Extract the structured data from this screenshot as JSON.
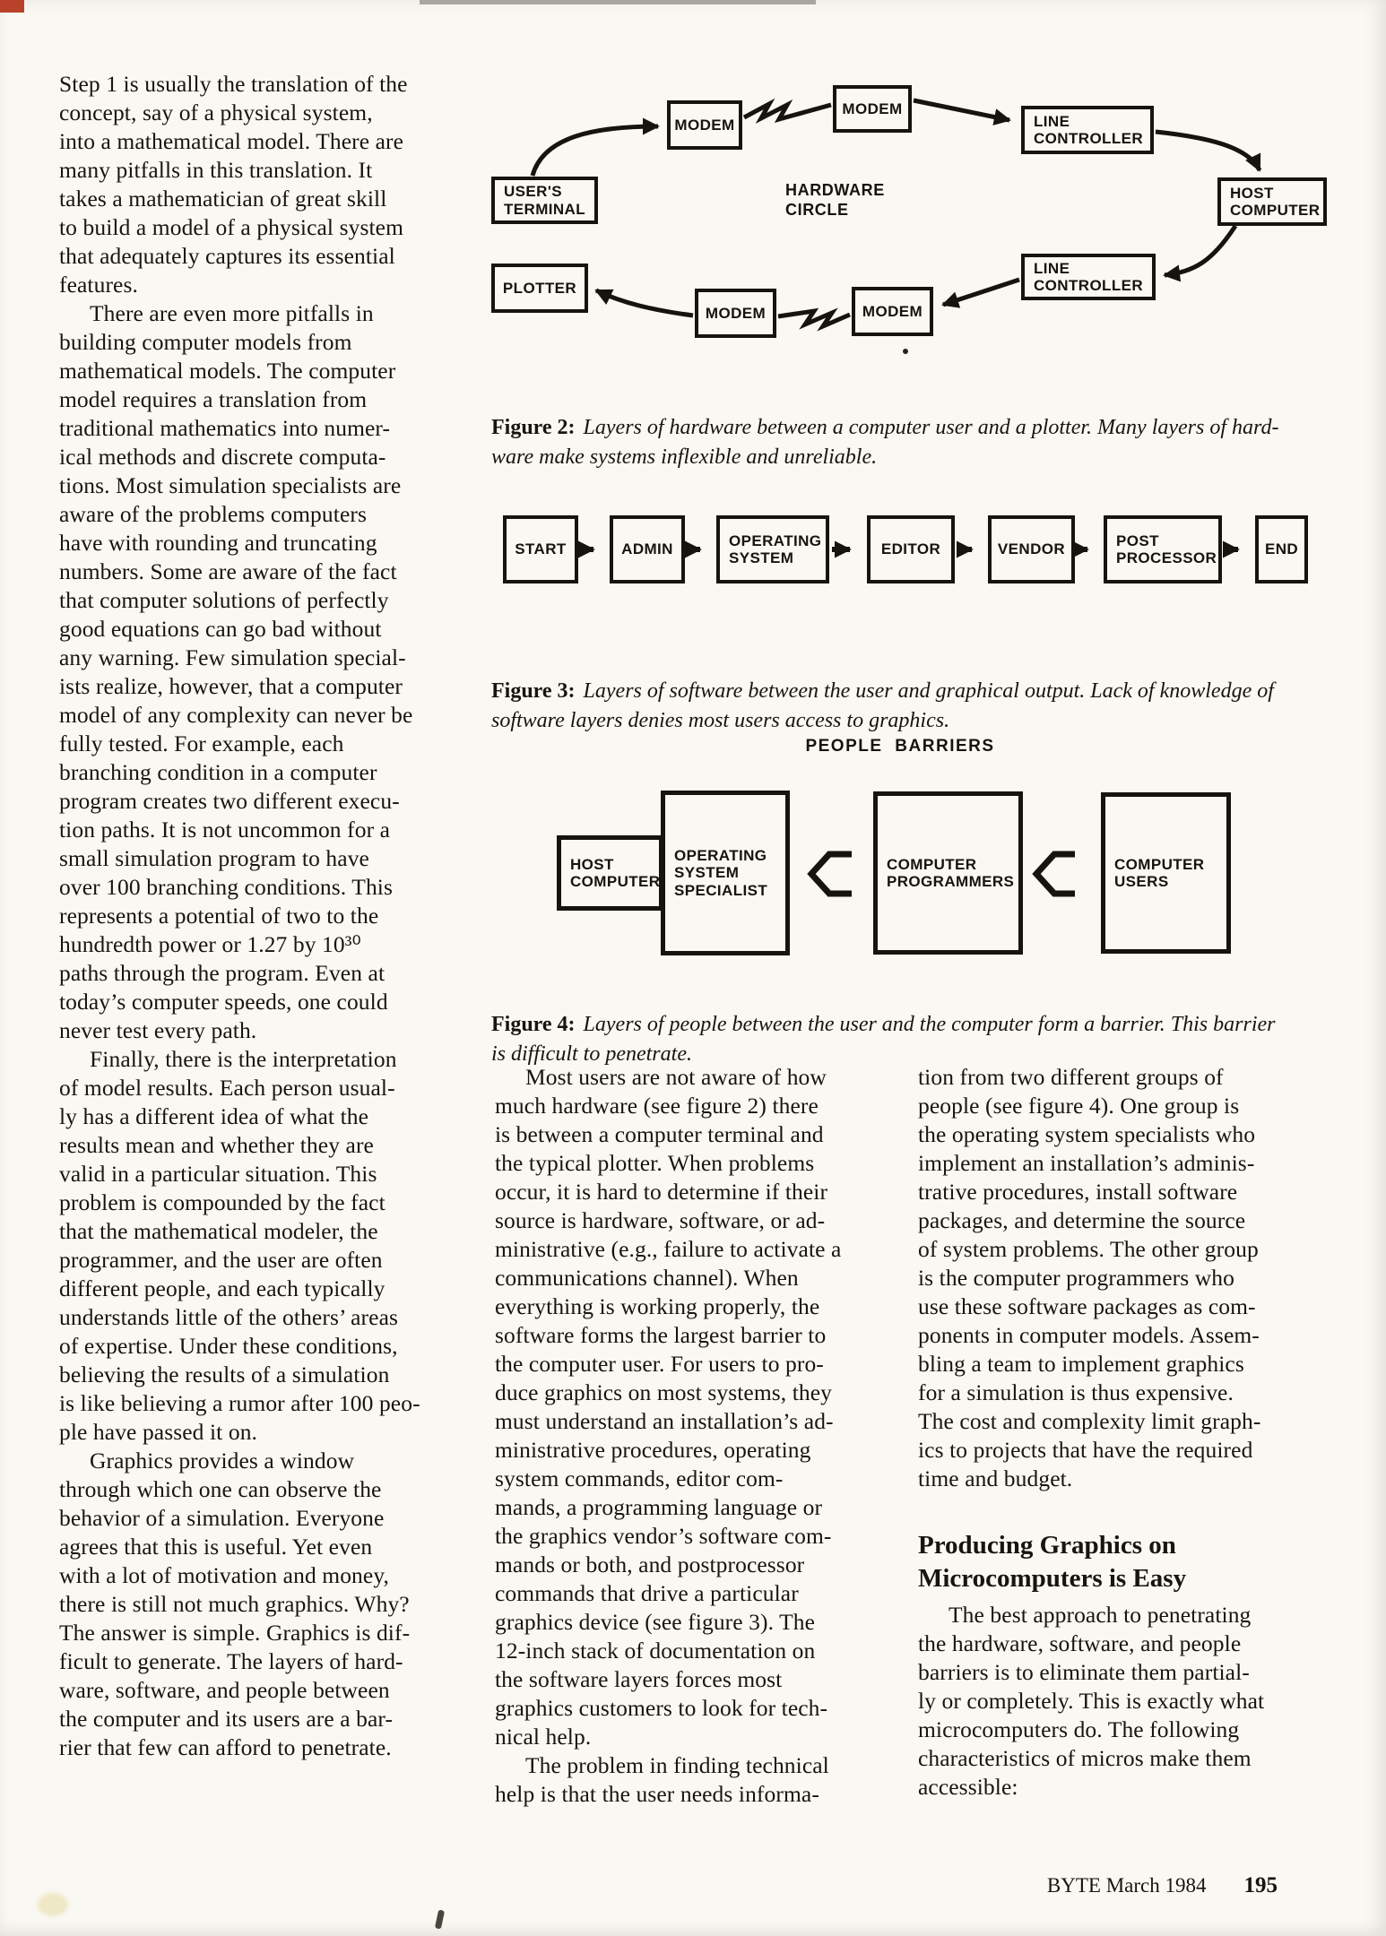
{
  "left_column": {
    "paragraphs": [
      "Step 1 is usually the translation of the\nconcept, say of a physical system,\ninto a mathematical model. There are\nmany pitfalls in this translation. It\ntakes a mathematician of great skill\nto build a model of a physical system\nthat adequately captures its essential\nfeatures.",
      "There are even more pitfalls in\nbuilding computer models from\nmathematical models. The computer\nmodel requires a translation from\ntraditional mathematics into numer-\nical methods and discrete computa-\ntions. Most simulation specialists are\naware of the problems computers\nhave with rounding and truncating\nnumbers. Some are aware of the fact\nthat computer solutions of perfectly\ngood equations can go bad without\nany warning. Few simulation special-\nists realize, however, that a computer\nmodel of any complexity can never be\nfully tested. For example, each\nbranching condition in a computer\nprogram creates two different execu-\ntion paths. It is not uncommon for a\nsmall simulation program to have\nover 100 branching conditions. This\nrepresents a potential of two to the\nhundredth power or 1.27 by 10³⁰\npaths through the program. Even at\ntoday’s computer speeds, one could\nnever test every path.",
      "Finally, there is the interpretation\nof model results. Each person usual-\nly has a different idea of what the\nresults mean and whether they are\nvalid in a particular situation. This\nproblem is compounded by the fact\nthat the mathematical modeler, the\nprogrammer, and the user are often\ndifferent people, and each typically\nunderstands little of the others’ areas\nof expertise. Under these conditions,\nbelieving the results of a simulation\nis like believing a rumor after 100 peo-\nple have passed it on.",
      "Graphics provides a window\nthrough which one can observe the\nbehavior of a simulation. Everyone\nagrees that this is useful. Yet even\nwith a lot of motivation and money,\nthere is still not much graphics. Why?\nThe answer is simple. Graphics is dif-\nficult to generate. The layers of hard-\nware, software, and people between\nthe computer and its users are a bar-\nrier that few can afford to penetrate."
    ]
  },
  "figure2": {
    "boxes": {
      "users_terminal": "USER'S TERMINAL",
      "modem_top_left": "MODEM",
      "modem_top_right": "MODEM",
      "line_controller_top": "LINE CONTROLLER",
      "host_computer": "HOST COMPUTER",
      "line_controller_bottom": "LINE CONTROLLER",
      "modem_bottom_right": "MODEM",
      "modem_bottom_left": "MODEM",
      "plotter": "PLOTTER"
    },
    "center_label": "HARDWARE\nCIRCLE",
    "caption_lead": "Figure 2:",
    "caption_body": "Layers of hardware between a computer user and a plotter. Many layers of hard-\nware make systems inflexible and unreliable."
  },
  "figure3": {
    "nodes": [
      "START",
      "ADMIN",
      "OPERATING SYSTEM",
      "EDITOR",
      "VENDOR",
      "POST PROCESSOR",
      "END"
    ],
    "caption_lead": "Figure 3:",
    "caption_body": "Layers of software between the user and graphical output. Lack of knowledge of\nsoftware layers denies most users access to graphics."
  },
  "figure4": {
    "title": "PEOPLE BARRIERS",
    "boxes": {
      "host_computer": "HOST COMPUTER",
      "os_specialist": "OPERATING SYSTEM SPECIALIST",
      "programmers": "COMPUTER PROGRAMMERS",
      "users": "COMPUTER USERS"
    },
    "caption_lead": "Figure 4:",
    "caption_body": "Layers of people between the user and the computer form a barrier. This barrier\nis difficult to penetrate."
  },
  "middle_column": {
    "paragraphs": [
      "Most users are not aware of how\nmuch hardware (see figure 2) there\nis between a computer terminal and\nthe typical plotter. When problems\noccur, it is hard to determine if their\nsource is hardware, software, or ad-\nministrative (e.g., failure to activate a\ncommunications channel). When\neverything is working properly, the\nsoftware forms the largest barrier to\nthe computer user. For users to pro-\nduce graphics on most systems, they\nmust understand an installation’s ad-\nministrative procedures, operating\nsystem commands, editor com-\nmands, a programming language or\nthe graphics vendor’s software com-\nmands or both, and postprocessor\ncommands that drive a particular\ngraphics device (see figure 3). The\n12-inch stack of documentation on\nthe software layers forces most\ngraphics customers to look for tech-\nnical help.",
      "The problem in finding technical\nhelp is that the user needs informa-"
    ]
  },
  "right_column": {
    "paragraph_before_heading": "tion from two different groups of\npeople (see figure 4). One group is\nthe operating system specialists who\nimplement an installation’s adminis-\ntrative procedures, install software\npackages, and determine the source\nof system problems. The other group\nis the computer programmers who\nuse these software packages as com-\nponents in computer models. Assem-\nbling a team to implement graphics\nfor a simulation is thus expensive.\nThe cost and complexity limit graph-\nics to projects that have the required\ntime and budget.",
    "heading": "Producing Graphics on\nMicrocomputers is Easy",
    "paragraph_after_heading": "The best approach to penetrating\nthe hardware, software, and people\nbarriers is to eliminate them partial-\nly or completely. This is exactly what\nmicrocomputers do. The following\ncharacteristics of micros make them\naccessible:"
  },
  "footer": {
    "journal": "BYTE March 1984",
    "page_number": "195"
  }
}
